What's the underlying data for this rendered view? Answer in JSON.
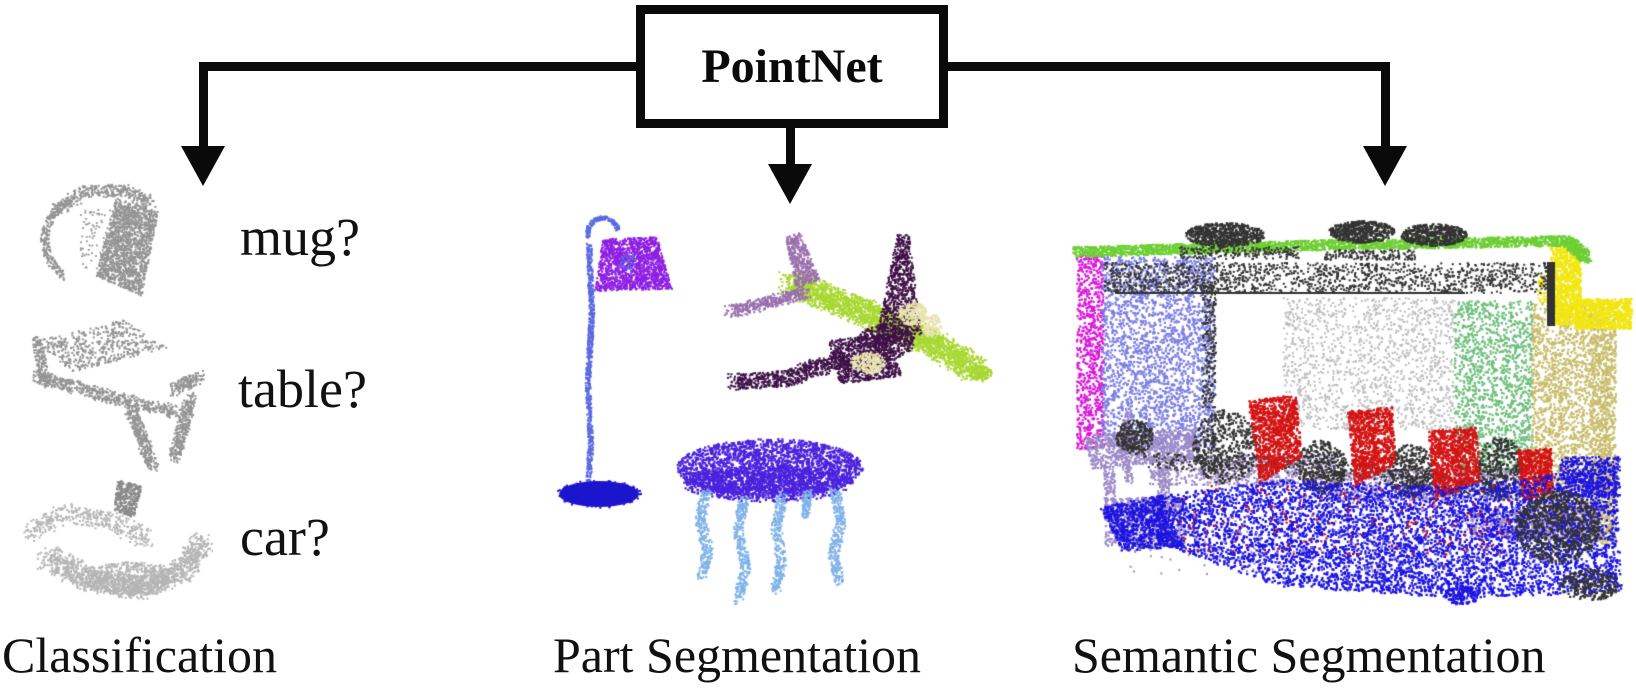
{
  "title_box": {
    "label": "PointNet"
  },
  "branches": [
    {
      "id": "classification",
      "label": "Classification",
      "questions": [
        "mug?",
        "table?",
        "car?"
      ],
      "objects": [
        "mug point cloud",
        "table point cloud",
        "car point cloud"
      ]
    },
    {
      "id": "part-segmentation",
      "label": "Part Segmentation",
      "objects": [
        "lamp point cloud",
        "airplane point cloud",
        "table point cloud"
      ]
    },
    {
      "id": "semantic-segmentation",
      "label": "Semantic Segmentation",
      "objects": [
        "office room scene point cloud"
      ]
    }
  ],
  "palette": {
    "line_black": "#0a0a0a",
    "cls_gray": "#949494",
    "cls_gray2": "#8a8a8a",
    "cls_light": "#b5b5b5",
    "lamp_shade": "#8e1fe3",
    "lamp_stem": "#5a6ae0",
    "lamp_base": "#1d16cf",
    "plane_body": "#a8d832",
    "plane_wing": "#3f1148",
    "plane_tail": "#9a6fae",
    "plane_engine": "#e9e3ae",
    "pt_table_top": "#4b22dd",
    "pt_table_leg": "#7fb2e8",
    "sc_ceiling": "#6ecf35",
    "sc_dark": "#333333",
    "sc_magenta": "#d819d8",
    "sc_lavblue": "#7b7ee2",
    "sc_gray": "#bdbdbd",
    "sc_green_door": "#6fbe7d",
    "sc_khaki": "#c9bd6d",
    "sc_yellow": "#f2e713",
    "sc_red": "#d41414",
    "sc_lav": "#9d8ac8",
    "sc_floor": "#1d14e0"
  }
}
